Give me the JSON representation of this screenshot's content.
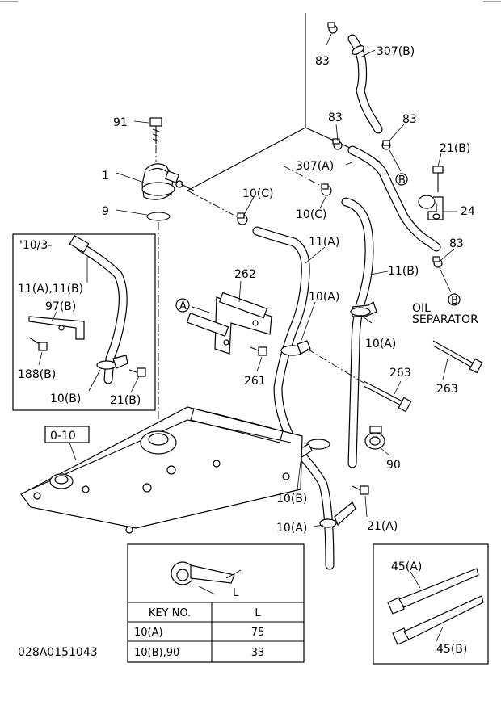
{
  "diagram_id": "028A0151043",
  "callouts": {
    "c91": "91",
    "c1": "1",
    "c9": "9",
    "c83a": "83",
    "c307b": "307(B)",
    "c83b": "83",
    "c83c": "83",
    "c307a": "307(A)",
    "c21b": "21(B)",
    "c24": "24",
    "c10c_a": "10(C)",
    "c10c_b": "10(C)",
    "c11a": "11(A)",
    "c83d": "83",
    "c11b": "11(B)",
    "c262": "262",
    "c10a_1": "10(A)",
    "c10a_2": "10(A)",
    "c261": "261",
    "c263a": "263",
    "c263b": "263",
    "c90": "90",
    "c10b": "10(B)",
    "c21a": "21(A)",
    "c10a_3": "10(A)",
    "c0_10": "0-10",
    "oil_sep_1": "OIL",
    "oil_sep_2": "SEPARATOR",
    "ref_a": "A",
    "ref_b1": "B",
    "ref_b2": "B"
  },
  "inset": {
    "date": "'10/3-",
    "c11ab": "11(A),11(B)",
    "c97b": "97(B)",
    "c188b": "188(B)",
    "c10b": "10(B)",
    "c21b": "21(B)"
  },
  "ties": {
    "c45a": "45(A)",
    "c45b": "45(B)"
  },
  "table": {
    "dim_label": "L",
    "headers": [
      "KEY NO.",
      "L"
    ],
    "rows": [
      [
        "10(A)",
        "75"
      ],
      [
        "10(B),90",
        "33"
      ]
    ]
  }
}
